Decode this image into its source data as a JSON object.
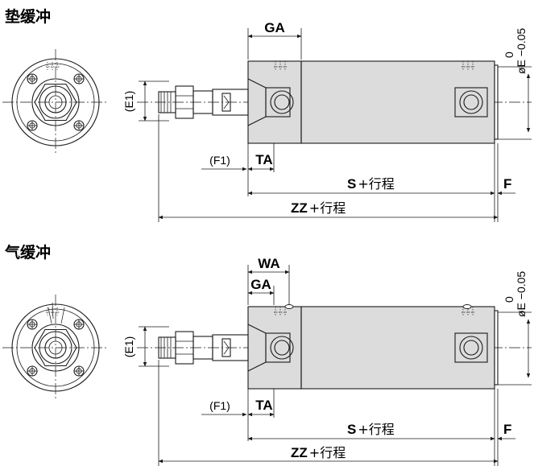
{
  "sections": [
    {
      "title": "垫缓冲",
      "labels": {
        "ga": "GA",
        "ta": "TA",
        "f1": "(F1)",
        "e1": "(E1)",
        "s_bold": "S",
        "s_rest": "+行程",
        "f": "F",
        "zz_bold": "ZZ",
        "zz_rest": "+行程",
        "tol_upper": "0",
        "tol_main": "øE −0.05"
      }
    },
    {
      "title": "气缓冲",
      "labels": {
        "wa": "WA",
        "ga": "GA",
        "ta": "TA",
        "f1": "(F1)",
        "e1": "(E1)",
        "s_bold": "S",
        "s_rest": "+行程",
        "f": "F",
        "zz_bold": "ZZ",
        "zz_rest": "+行程",
        "tol_upper": "0",
        "tol_main": "øE −0.05"
      }
    }
  ]
}
